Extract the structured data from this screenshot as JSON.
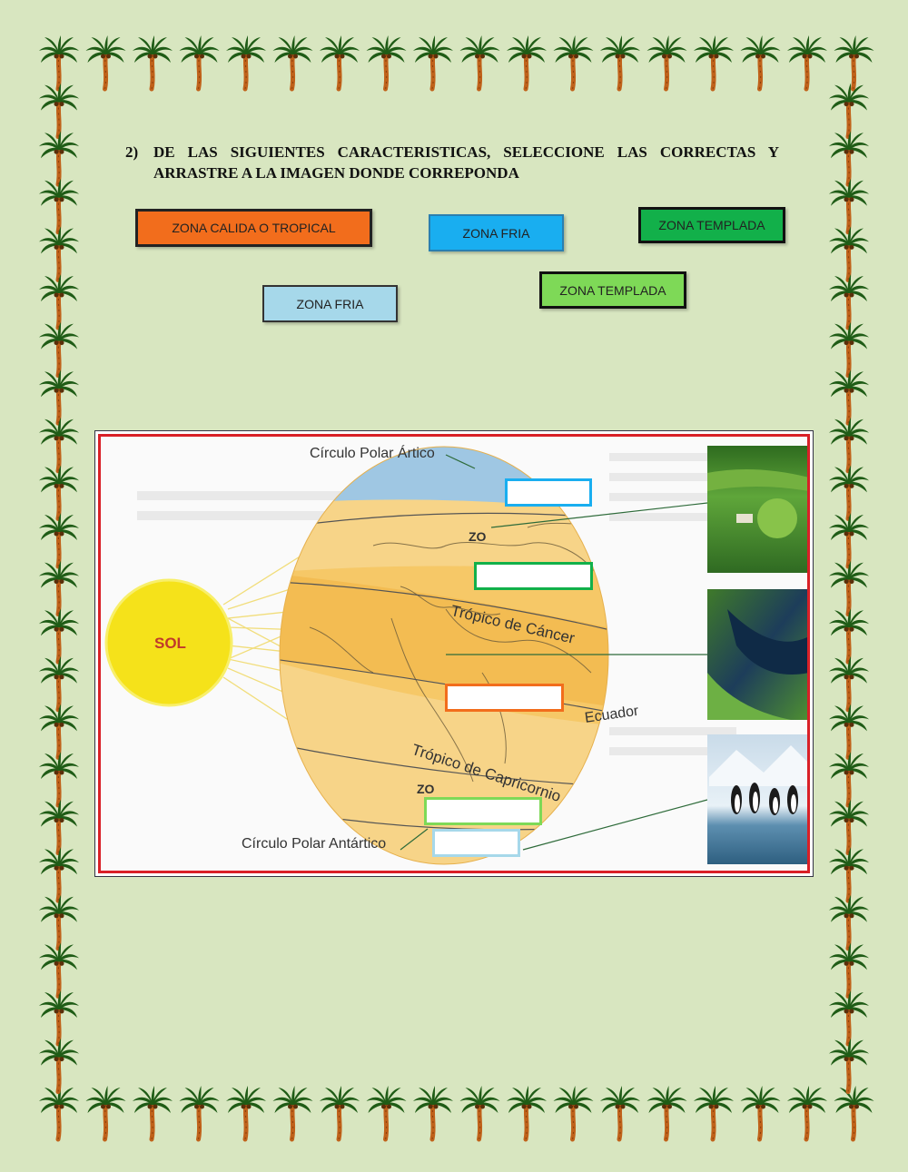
{
  "instruction": {
    "number": "2)",
    "line1": "DE LAS SIGUIENTES CARACTERISTICAS, SELECCIONE LAS CORRECTAS Y",
    "line2": "ARRASTRE A LA IMAGEN DONDE CORREPONDA"
  },
  "chips": [
    {
      "label": "ZONA CALIDA O TROPICAL",
      "bg": "#f26d1c",
      "border": "#222222"
    },
    {
      "label": "ZONA FRIA",
      "bg": "#19aef0",
      "border": "#2a7fb0"
    },
    {
      "label": "ZONA TEMPLADA",
      "bg": "#12b04a",
      "border": "#111111"
    },
    {
      "label": "ZONA TEMPLADA",
      "bg": "#7ed957",
      "border": "#111111"
    },
    {
      "label": "ZONA FRIA",
      "bg": "#a6d8ea",
      "border": "#333333"
    }
  ],
  "figure": {
    "sun_label": "SOL",
    "arctic_circle": "Círculo Polar Ártico",
    "antarctic_circle": "Círculo Polar Antártico",
    "tropic_cancer": "Trópico de Cáncer",
    "equator": "Ecuador",
    "tropic_capricorn": "Trópico de Capricornio",
    "zona_fragment_top": "ZO",
    "zona_fragment_bottom": "ZO"
  },
  "drop_targets": [
    {
      "border": "#19aef0"
    },
    {
      "border": "#12b04a"
    },
    {
      "border": "#f26d1c"
    },
    {
      "border": "#7ed957"
    },
    {
      "border": "#a6d8ea"
    }
  ],
  "colors": {
    "page_bg": "#d8e6c0",
    "frame_red": "#d92027",
    "globe": "#f6c867",
    "sun": "#f5e21a",
    "palm_trunk": "#c0621a",
    "palm_leaf": "#1f5c16"
  }
}
